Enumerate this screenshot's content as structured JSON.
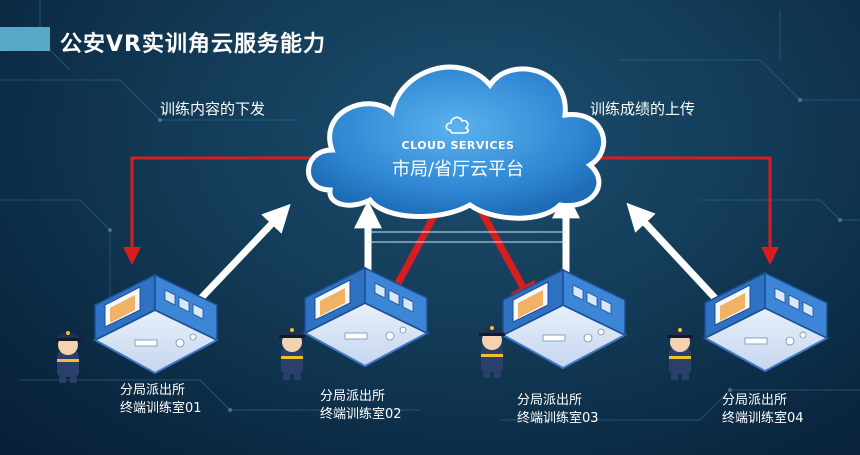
{
  "title": "公安VR实训角云服务能力",
  "labels": {
    "left": "训练内容的下发",
    "right": "训练成绩的上传"
  },
  "cloud": {
    "en": "CLOUD SERVICES",
    "cn": "市局/省厅云平台",
    "icon": "cloud-icon"
  },
  "stations": [
    {
      "line1": "分局派出所",
      "line2": "终端训练室01"
    },
    {
      "line1": "分局派出所",
      "line2": "终端训练室02"
    },
    {
      "line1": "分局派出所",
      "line2": "终端训练室03"
    },
    {
      "line1": "分局派出所",
      "line2": "终端训练室04"
    }
  ],
  "colors": {
    "accent_red": "#d61e1e",
    "arrow_white": "#ffffff",
    "title_bar": "#58a8c8",
    "cloud_blue": "#3a8fd8"
  }
}
